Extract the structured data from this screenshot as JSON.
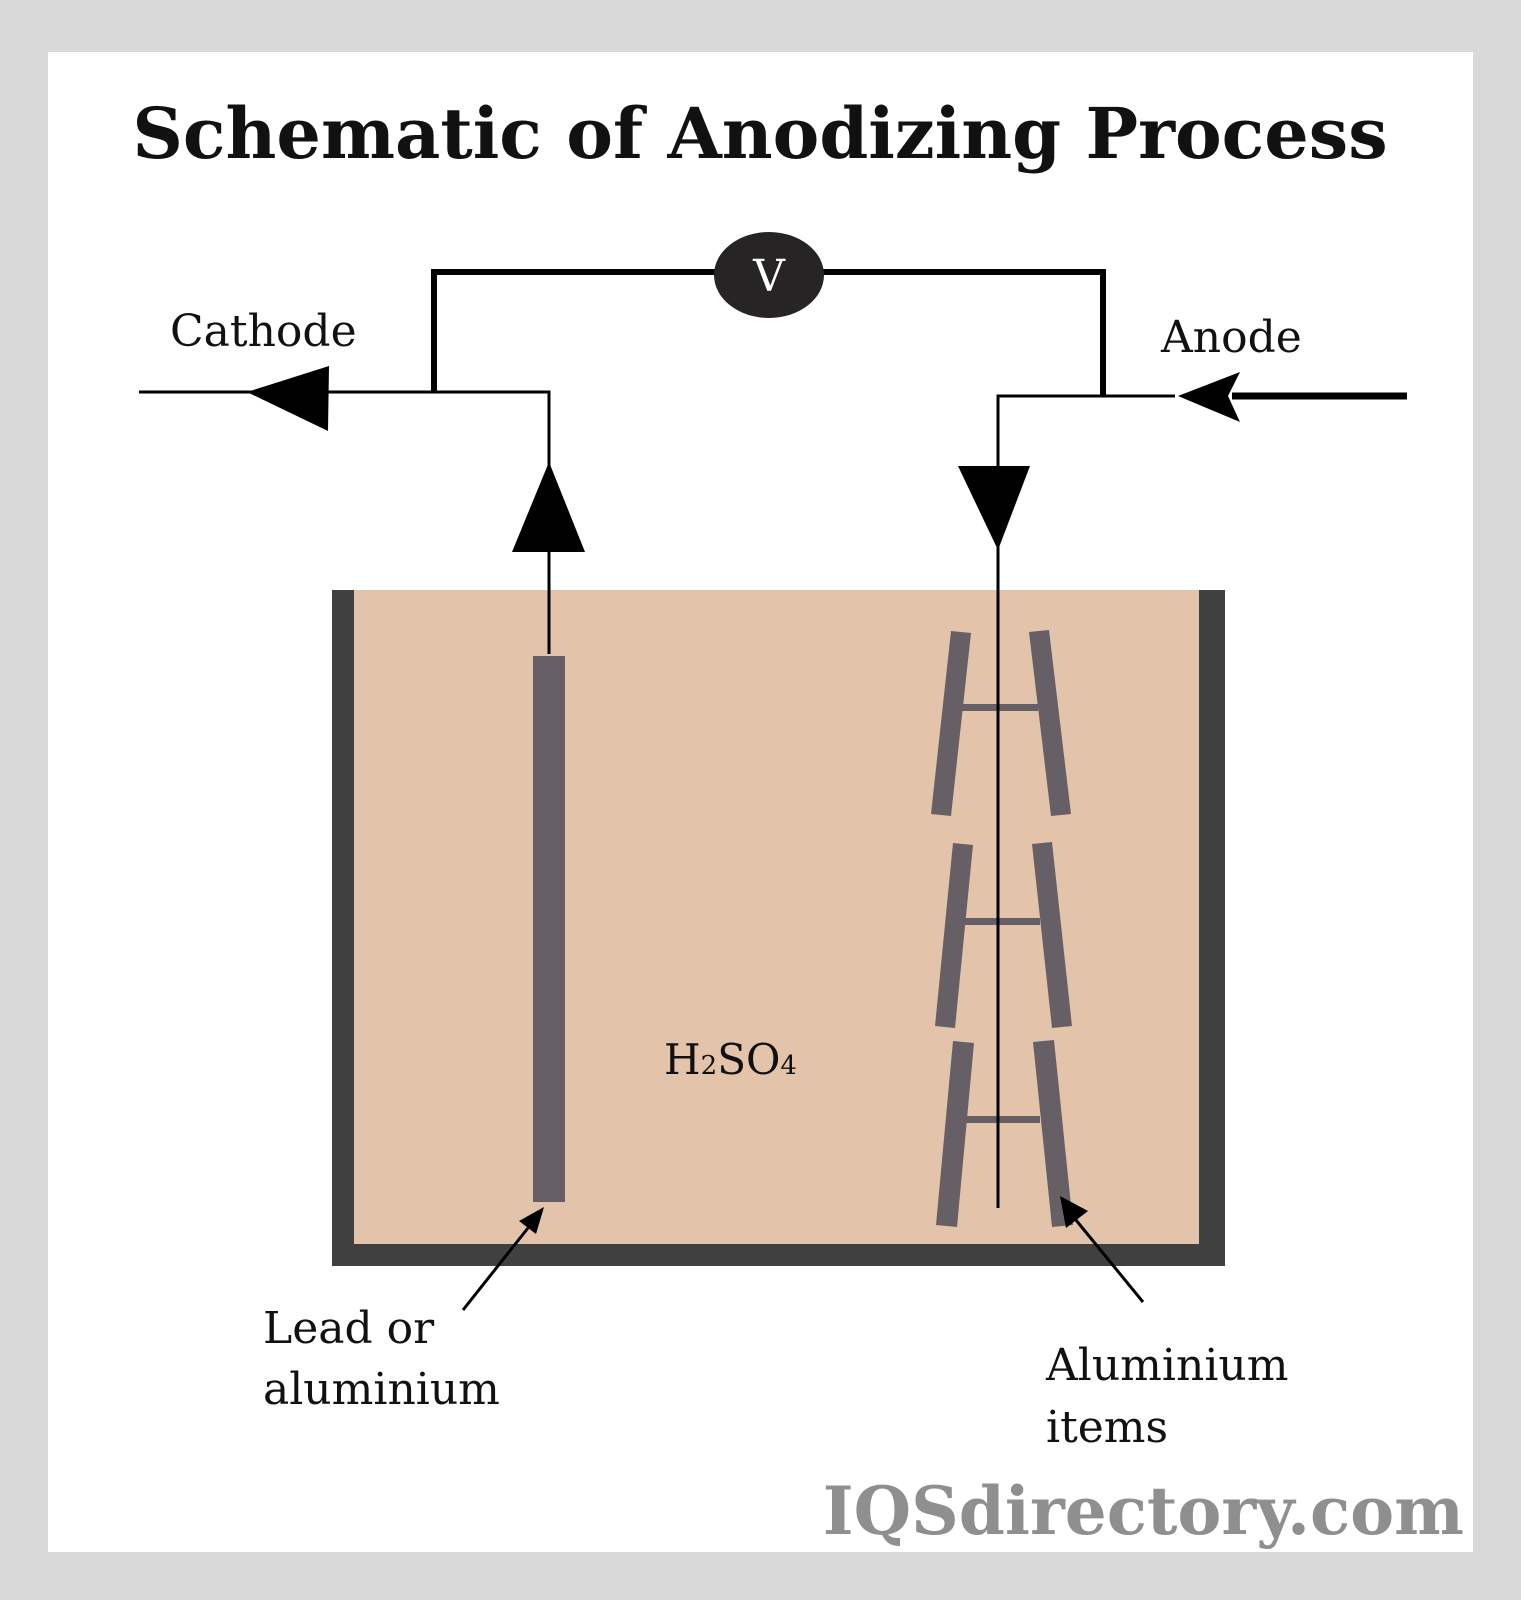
{
  "title": "Schematic of Anodizing Process",
  "labels": {
    "cathode": "Cathode",
    "anode": "Anode",
    "voltmeter": "V",
    "electrolyte": {
      "formula_parts": [
        "H",
        "2",
        "SO",
        "4"
      ]
    },
    "cathode_material": [
      "Lead or",
      "aluminium"
    ],
    "anode_items": [
      "Aluminium",
      "items"
    ]
  },
  "watermark": "IQSdirectory.com",
  "colors": {
    "frame": "#d9d9d9",
    "electrolyte": "#e3c3aa",
    "tank": "#404040",
    "electrode": "#666066",
    "wire": "#000000",
    "voltmeter": "#262424",
    "watermark": "#8f8f8f"
  }
}
